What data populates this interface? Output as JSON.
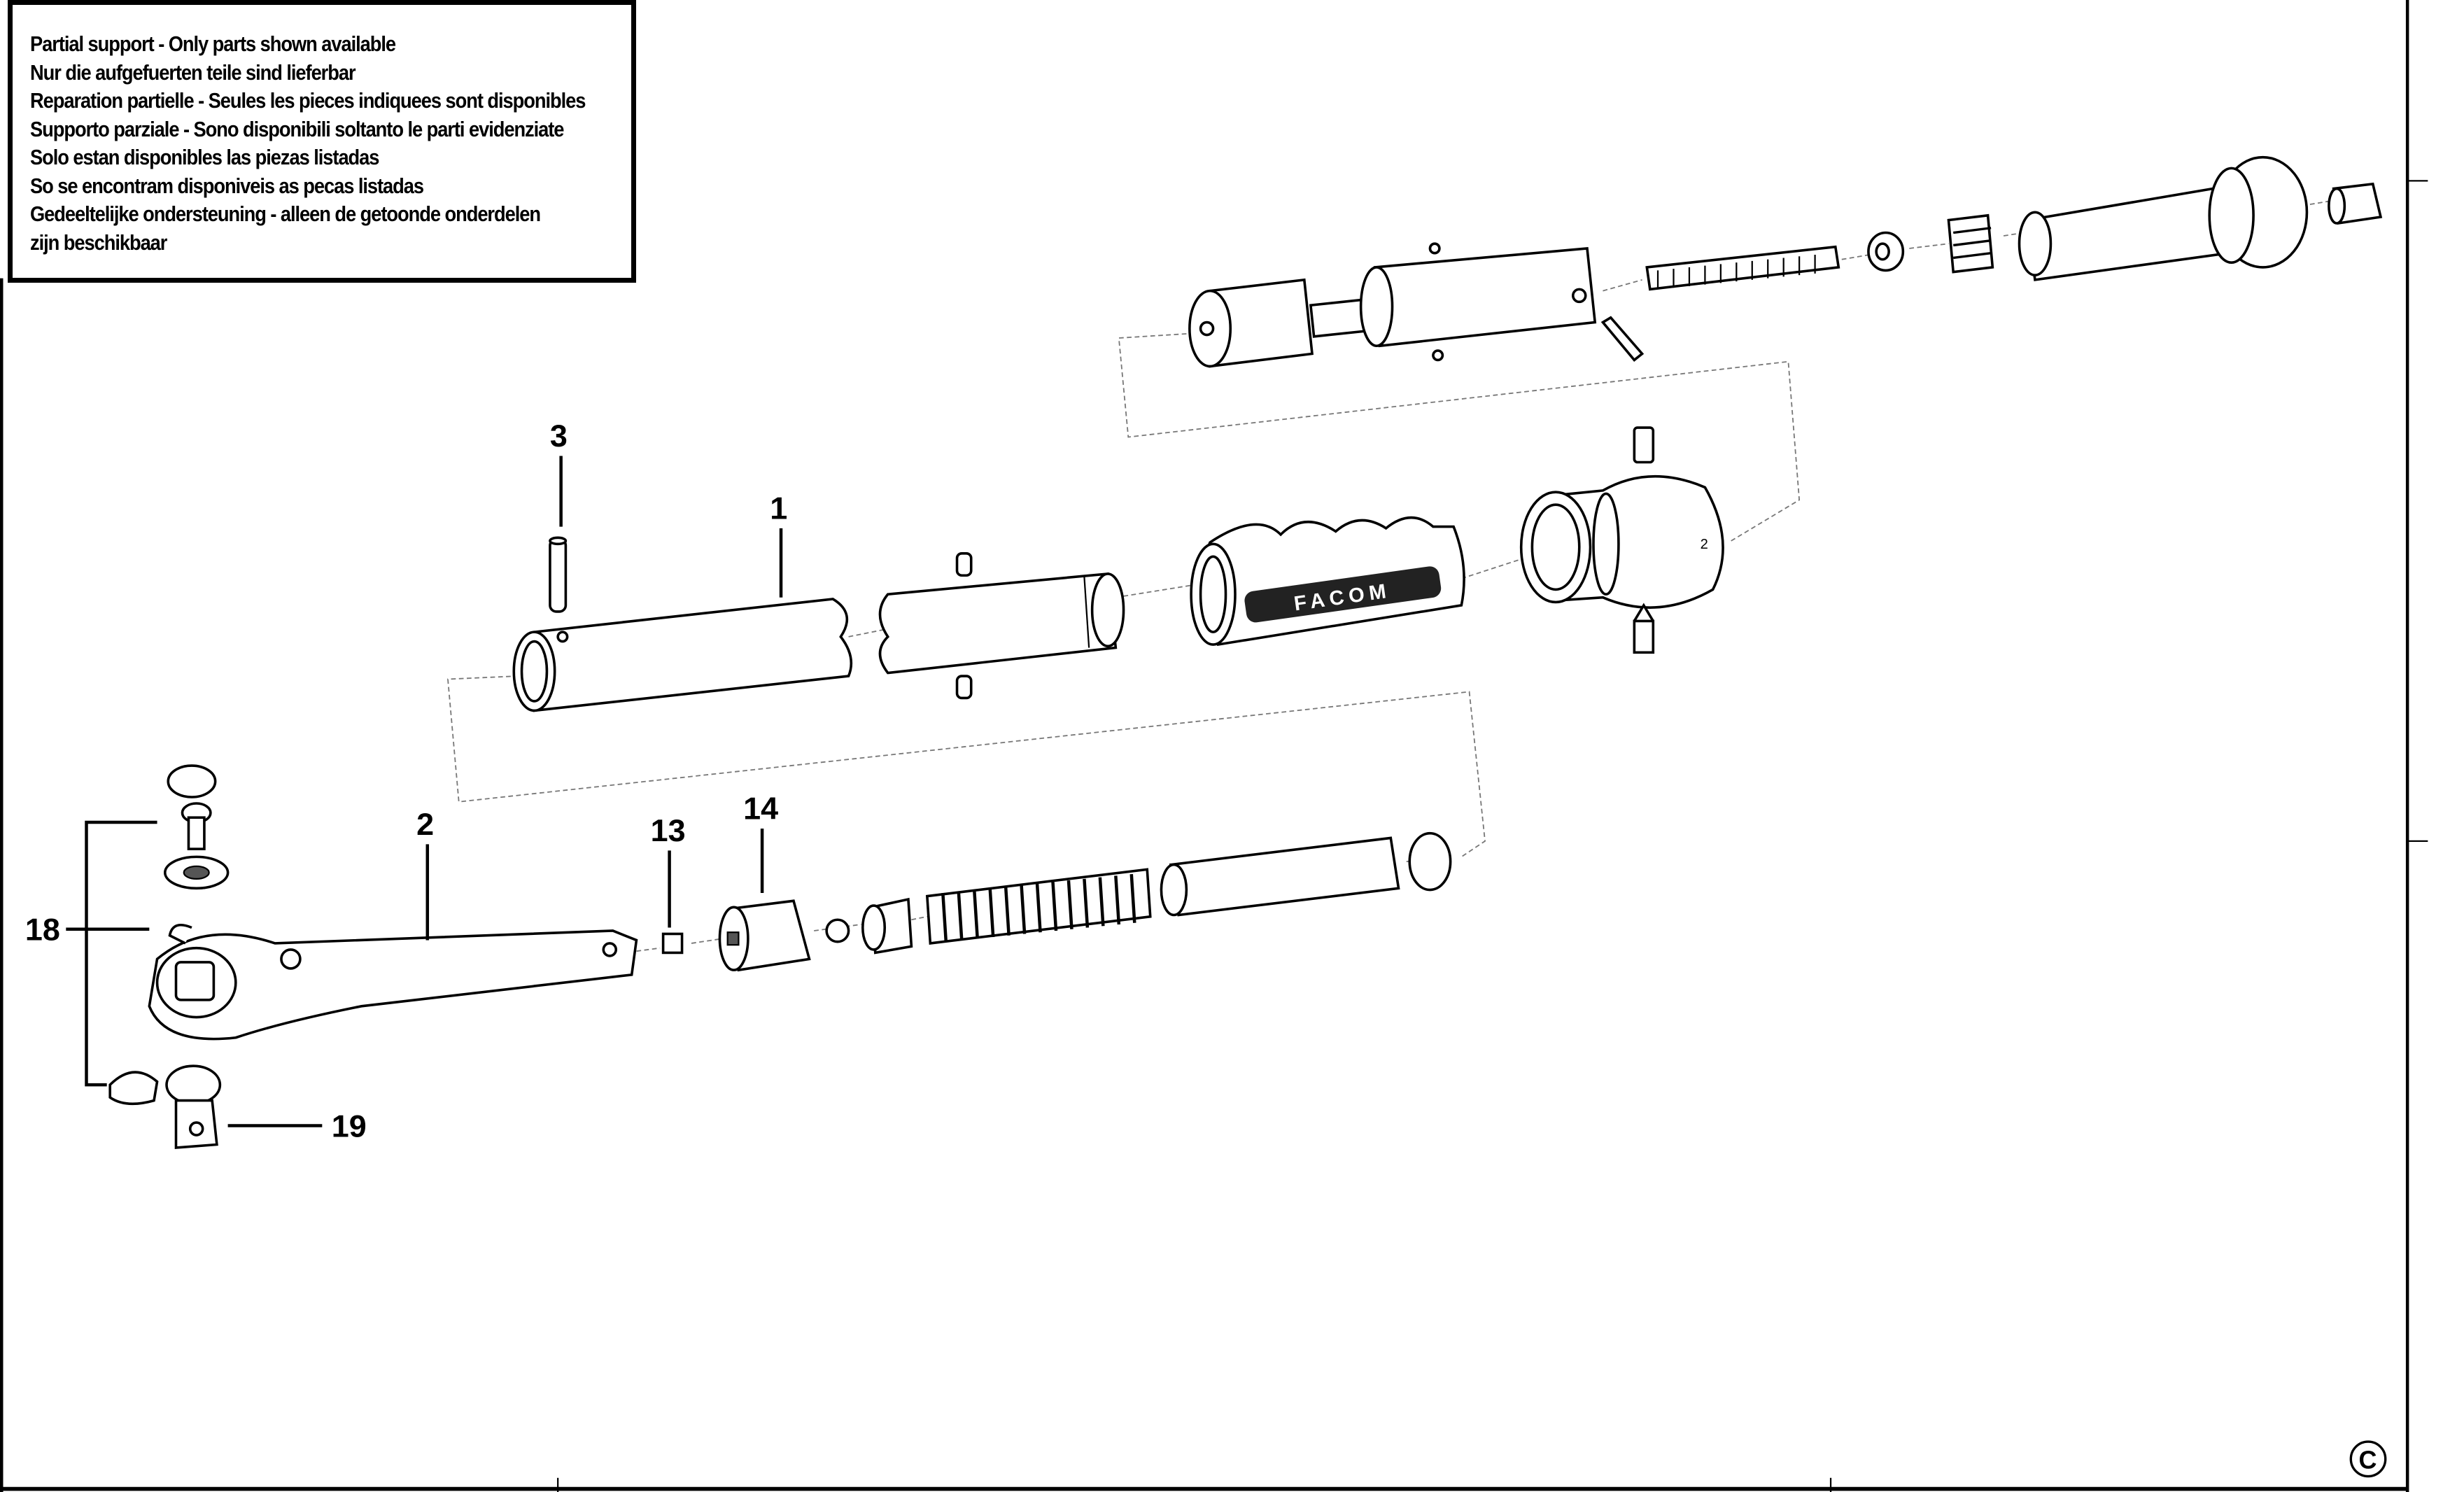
{
  "notice": {
    "lines": [
      "Partial support - Only parts shown available",
      "Nur die aufgefuerten teile sind lieferbar",
      "Reparation partielle - Seules les pieces indiquees sont disponibles",
      "Supporto parziale - Sono disponibili soltanto le parti evidenziate",
      "Solo estan disponibles las piezas listadas",
      "So se encontram disponiveis as pecas listadas",
      "Gedeeltelijke ondersteuning - alleen de getoonde onderdelen",
      "zijn beschikbaar"
    ]
  },
  "part_labels": {
    "p1": "1",
    "p2": "2",
    "p3": "3",
    "p13": "13",
    "p14": "14",
    "p18": "18",
    "p19": "19"
  },
  "brand_logo": "FACOM",
  "knob_marking": "2",
  "copyright": "©"
}
